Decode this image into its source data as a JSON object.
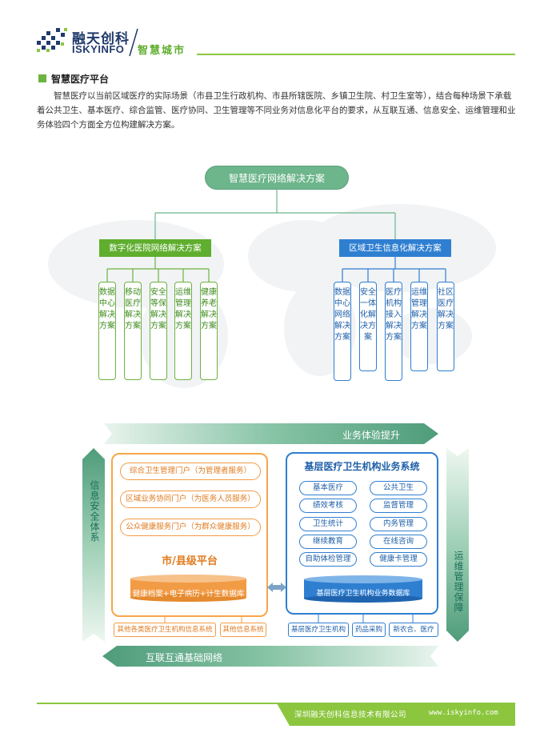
{
  "header": {
    "brand_cn": "融天创科",
    "brand_en": "ISKYINFO",
    "tagline": "智慧城市"
  },
  "section": {
    "title": "智慧医疗平台",
    "intro": "智慧医疗以当前区域医疗的实际场景（市县卫生行政机构、市县所辖医院、乡镇卫生院、村卫生室等），结合每种场景下承载着公共卫生、基本医疗、综合监管、医疗协同、卫生管理等不同业务对信息化平台的要求，从互联互通、信息安全、运维管理和业务体验四个方面全方位构建解决方案。"
  },
  "tree": {
    "root": "智慧医疗网络解决方案",
    "left_branch": "数字化医院网络解决方案",
    "right_branch": "区域卫生信息化解决方案",
    "left_leaves": [
      "数据中心解决方案",
      "移动医疗解决方案",
      "安全等保解决方案",
      "运维管理解决方案",
      "健康养老解决方案"
    ],
    "right_leaves": [
      "数据中心网络解决方案",
      "安全一体化解决方案",
      "医疗机构接入解决方案",
      "运维管理解决方案",
      "社区医疗解决方案"
    ]
  },
  "architecture": {
    "top_band": "业务体验提升",
    "bottom_band": "互联互通基础网络",
    "left_band": "信息安全体系",
    "right_band": "运维管理保障",
    "left_panel": {
      "portals": [
        "综合卫生管理门户（为管理者服务）",
        "区域业务协同门户（为医务人员服务）",
        "公众健康服务门户（为群众健康服务）"
      ],
      "platform_title": "市/县级平台",
      "database": "健康档案+电子病历+计生数据库",
      "bottom_items": [
        "其他各类医疗卫生机构信息系统",
        "其他信息系统"
      ]
    },
    "right_panel": {
      "title": "基层医疗卫生机构业务系统",
      "systems": [
        "基本医疗",
        "公共卫生",
        "绩效考核",
        "监督管理",
        "卫生统计",
        "内务管理",
        "继续教育",
        "在线咨询",
        "自助体检管理",
        "健康卡管理"
      ],
      "database": "基层医疗卫生机构业务数据库",
      "bottom_items": [
        "基层医疗卫生机构",
        "药品采购",
        "新农合、医疗"
      ]
    }
  },
  "footer": {
    "company": "深圳融天创科信息技术有限公司",
    "url": "www.iskyinfo.com"
  },
  "colors": {
    "green": "#6cb33f",
    "teal": "#6db58b",
    "blue": "#2f7fd1",
    "orange": "#f29b45"
  }
}
